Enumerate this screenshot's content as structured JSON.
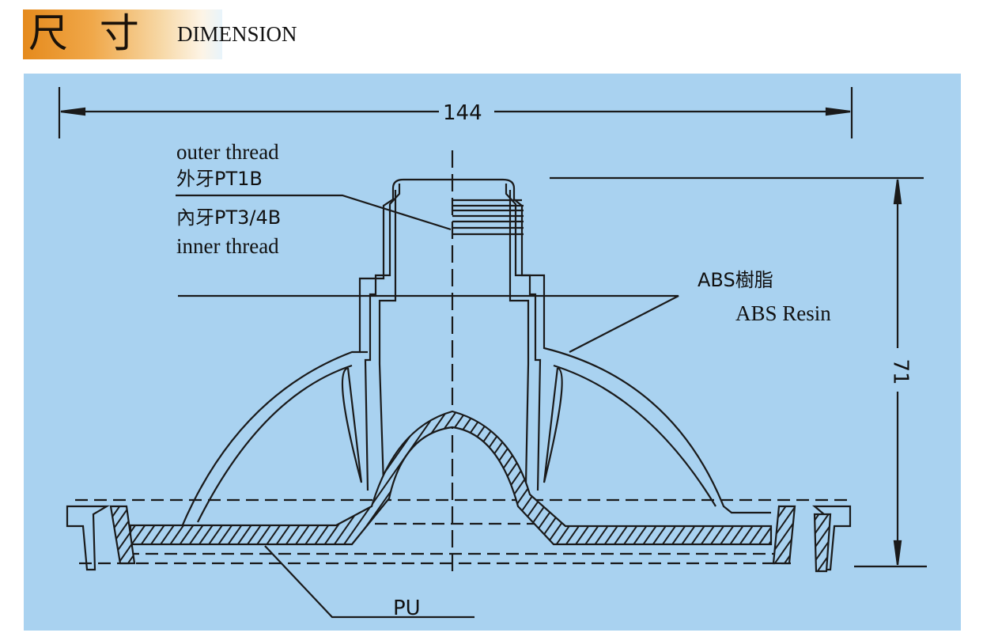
{
  "header": {
    "title_cn": "尺 寸",
    "title_en": "DIMENSION"
  },
  "diagram": {
    "width_dim": "144",
    "height_dim": "71",
    "labels": {
      "outer_en": "outer thread",
      "outer_cn": "外牙PT1B",
      "inner_cn": "內牙PT3/4B",
      "inner_en": "inner thread",
      "abs_cn": "ABS樹脂",
      "abs_en": "ABS Resin",
      "pu": "PU"
    }
  },
  "colors": {
    "panel": "#a9d2f0",
    "banner": "#e58a1c",
    "line": "#1a1a1a"
  }
}
